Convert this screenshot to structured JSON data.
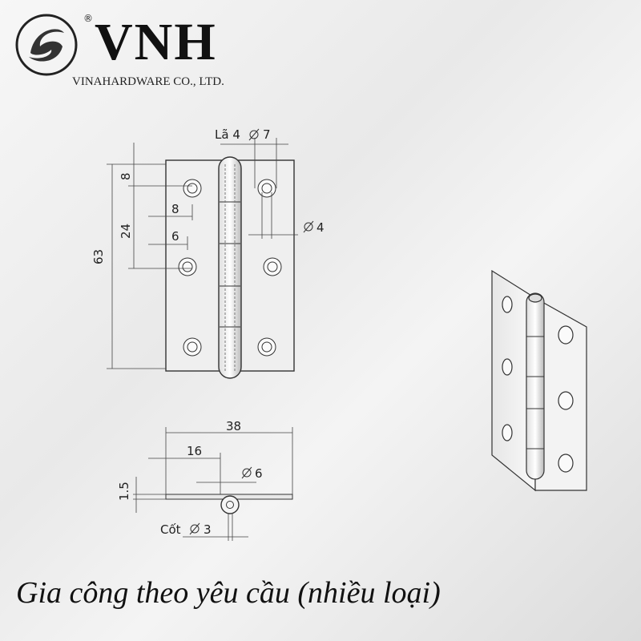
{
  "logo": {
    "brand": "VNH",
    "registered": "®",
    "company": "VINAHARDWARE CO., LTD."
  },
  "front_view": {
    "dim_overall_height": "63",
    "dim_top_offset": "8",
    "dim_hole_spacing": "24",
    "dim_hole_inner": "8",
    "dim_hole_outer": "6",
    "knuckle_label": "Lã 4",
    "knuckle_dia": "7",
    "hole_dia": "4"
  },
  "side_view": {
    "width": "38",
    "leaf_width": "16",
    "knuckle_dia": "6",
    "thickness": "1.5",
    "pin_label": "Cốt",
    "pin_dia": "3"
  },
  "caption": "Gia công theo yêu cầu (nhiều loại)"
}
